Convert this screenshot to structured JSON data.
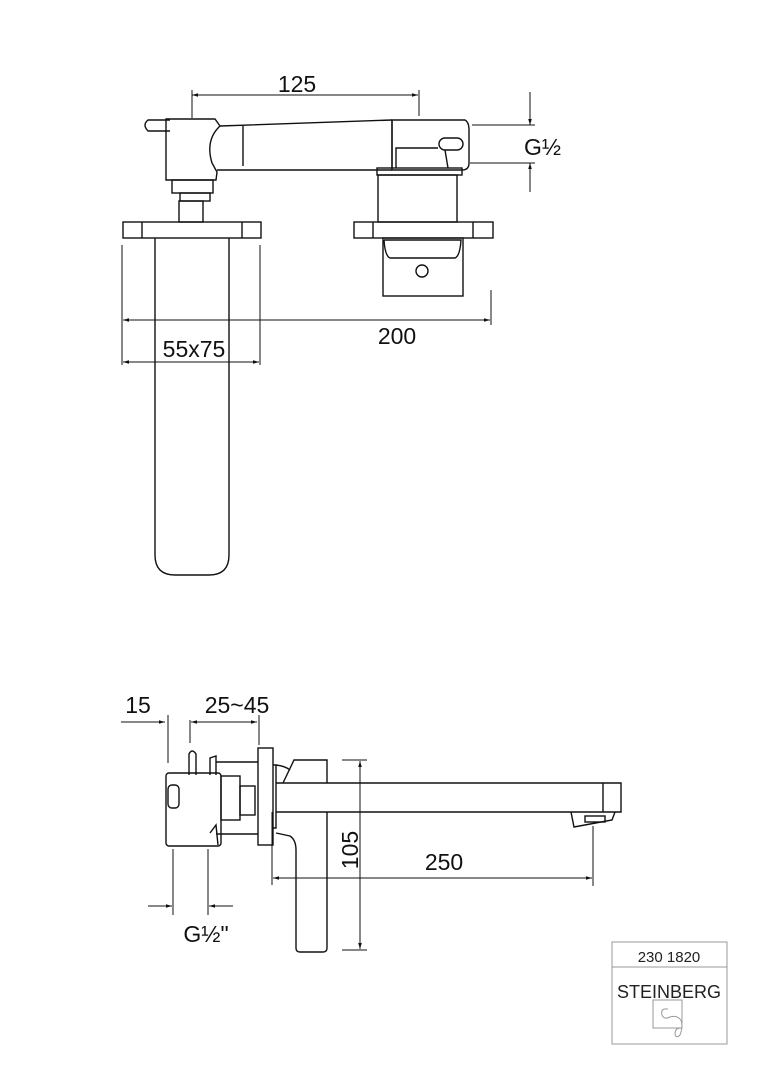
{
  "top_view": {
    "dim_spout_spacing": "125",
    "dim_thread": "G½",
    "dim_total_width": "200",
    "dim_plate": "55x75"
  },
  "side_view": {
    "dim_offset": "15",
    "dim_wall_range": "25~45",
    "dim_height": "105",
    "dim_spout_length": "250",
    "dim_inlet_thread": "G½\""
  },
  "title_block": {
    "article_number": "230 1820",
    "brand": "STEINBERG"
  },
  "colors": {
    "line": "#111111",
    "background": "#ffffff",
    "title_block_border": "#999999"
  }
}
